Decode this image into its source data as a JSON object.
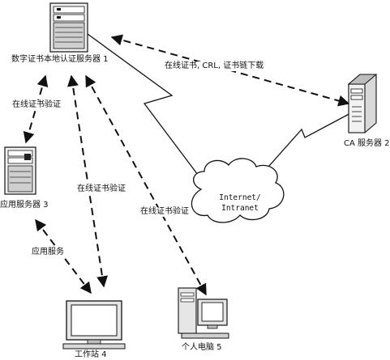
{
  "nodes": {
    "cert_server": {
      "label": "数字证书本地认证服务器 1"
    },
    "ca_server": {
      "label": "CA 服务器 2"
    },
    "app_server": {
      "label": "应用服务器 3"
    },
    "workstation": {
      "label": "工作站 4"
    },
    "personal_pc": {
      "label": "个人电脑 5"
    },
    "internet": {
      "line1": "Internet/",
      "line2": "Intranet"
    }
  },
  "edges": {
    "cert_to_ca": "在线证书, CRL, 证书链下载",
    "cert_to_app": "在线证书验证",
    "cert_to_workstation": "在线证书验证",
    "cert_to_pc": "在线证书验证",
    "app_to_workstation": "应用服务"
  }
}
